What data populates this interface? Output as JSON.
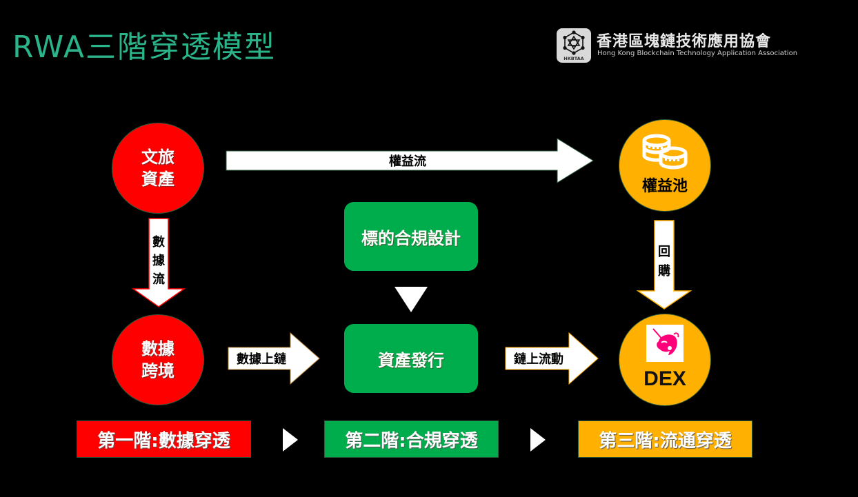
{
  "header": {
    "title": "RWA三階穿透模型"
  },
  "logo": {
    "badge_text": "HKBTAA",
    "name_cn": "香港區塊鏈技術應用協會",
    "name_en": "Hong Kong Blockchain Technology Application Association",
    "icon": "network-hexagon-icon"
  },
  "nodes": {
    "tourism_assets": "文旅\n資產",
    "tourism_assets_line1": "文旅",
    "tourism_assets_line2": "資產",
    "data_crossborder_line1": "數據",
    "data_crossborder_line2": "跨境",
    "equity_pool": "權益池",
    "dex": "DEX",
    "compliance_design": "標的合規設計",
    "asset_issuance": "資產發行"
  },
  "arrows": {
    "equity_flow": "權益流",
    "data_flow": [
      "數",
      "據",
      "流"
    ],
    "buyback": [
      "回",
      "購"
    ],
    "data_onchain": "數據上鏈",
    "onchain_liquidity": "鏈上流動"
  },
  "stages": [
    {
      "label": "第一階:數據穿透",
      "color": "#ff0000"
    },
    {
      "label": "第二階:合規穿透",
      "color": "#00ad4d"
    },
    {
      "label": "第三階:流通穿透",
      "color": "#ffb000"
    }
  ],
  "colors": {
    "title": "#2bb38a",
    "red": "#ff0000",
    "green": "#00ad4d",
    "orange": "#ffb000",
    "dex_logo": "#ff007a"
  },
  "icons": {
    "equity_pool": "coins-stack-icon",
    "dex": "uniswap-unicorn-icon"
  }
}
